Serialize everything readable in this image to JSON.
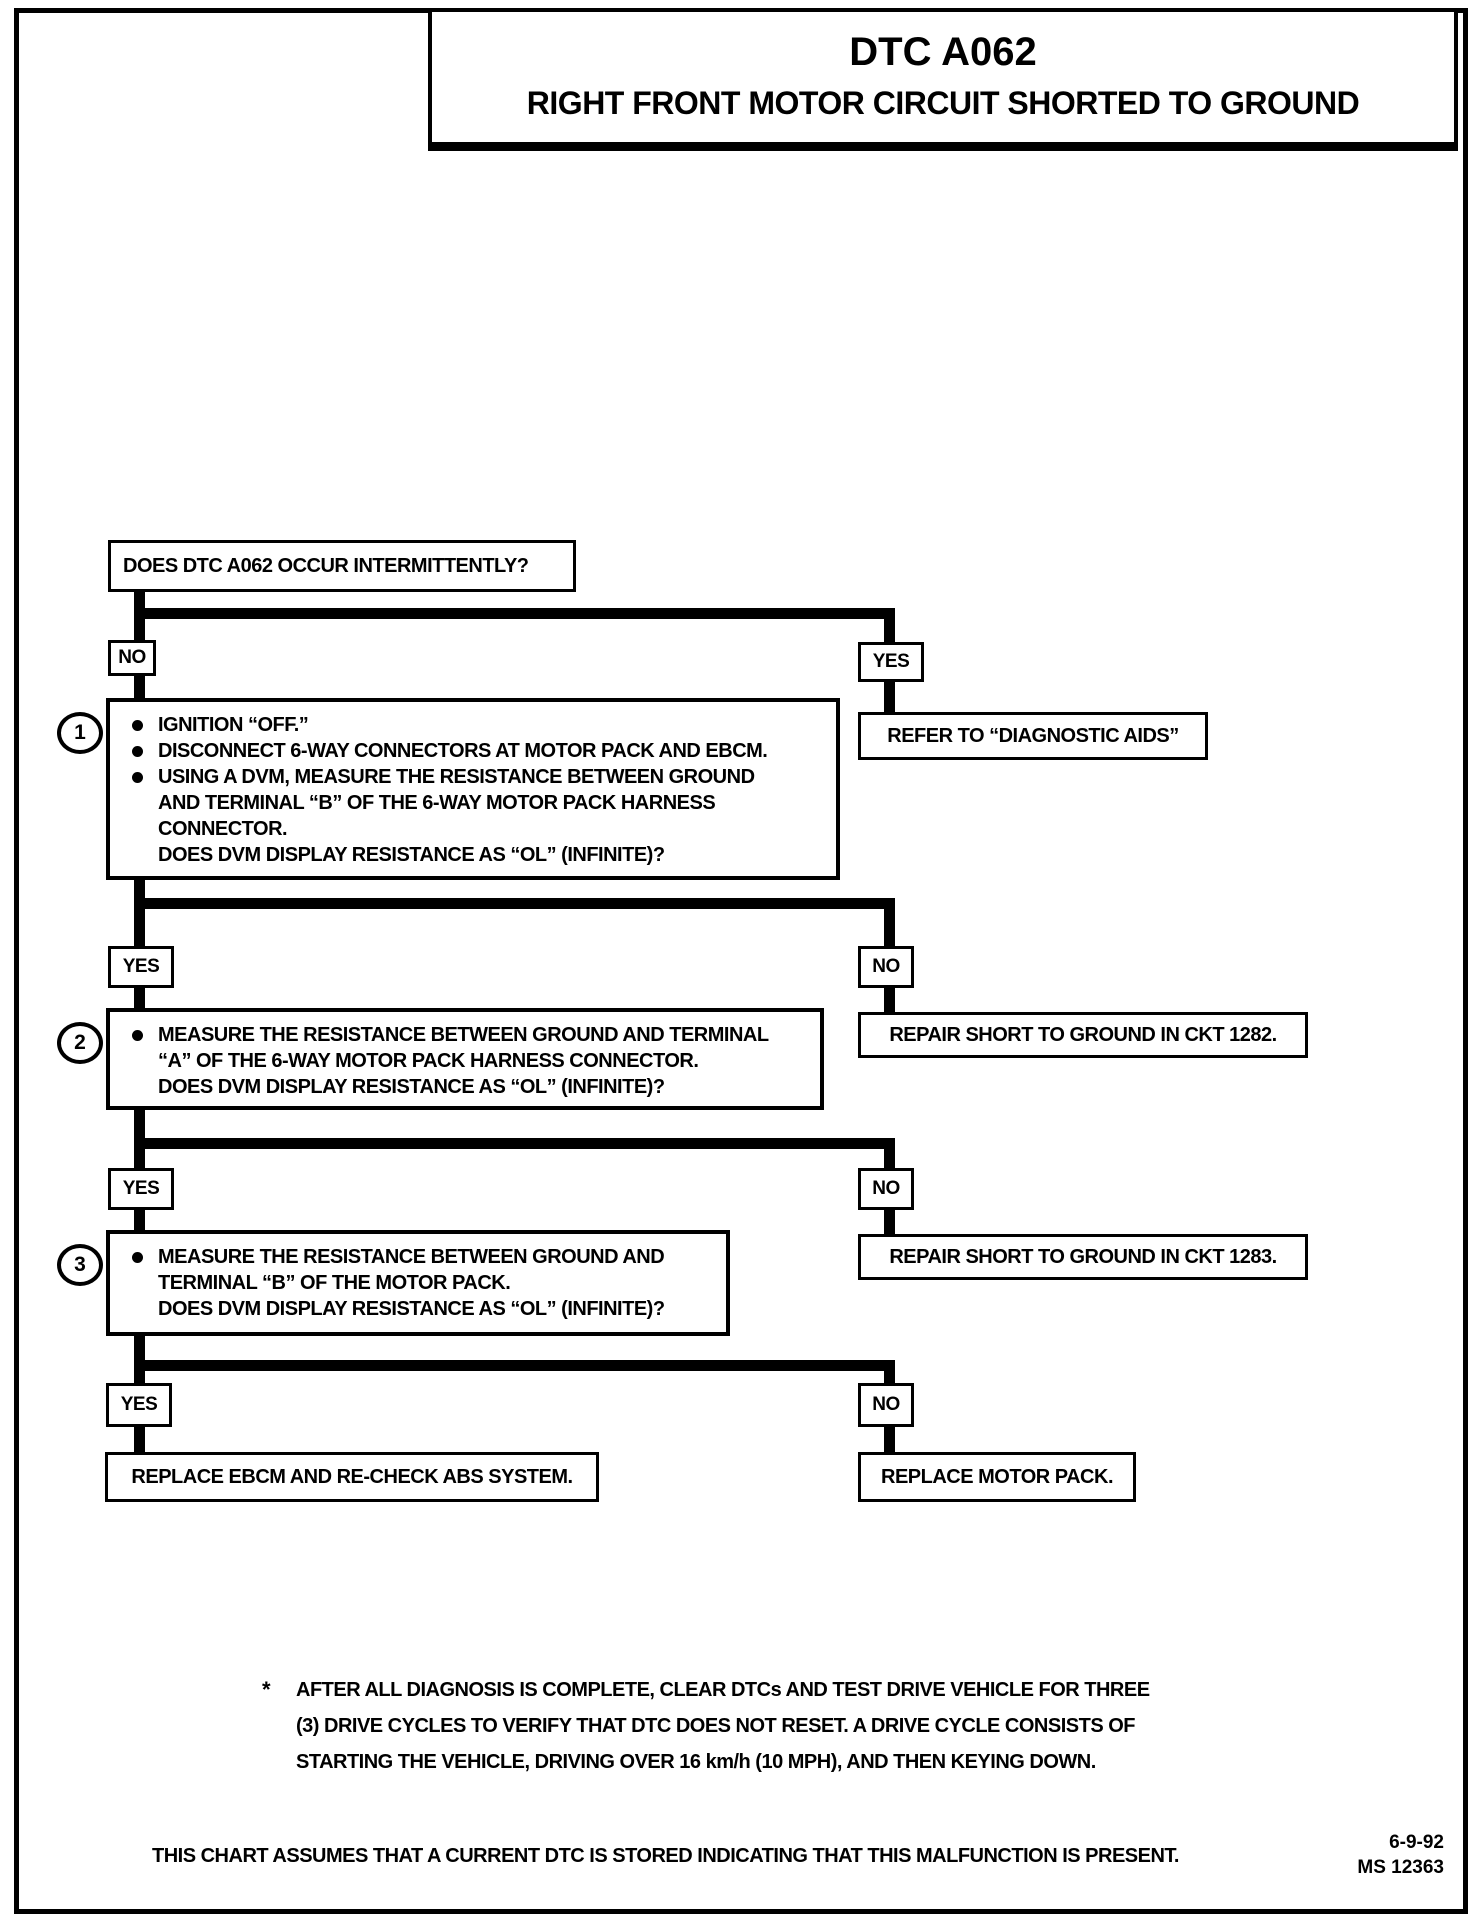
{
  "page": {
    "title_code": "DTC A062",
    "title_subtitle": "RIGHT FRONT MOTOR CIRCUIT SHORTED TO GROUND",
    "ink_color": "#000000",
    "paper_color": "#ffffff"
  },
  "labels": {
    "yes": "YES",
    "no": "NO"
  },
  "flow": {
    "q1": "DOES DTC A062 OCCUR INTERMITTENTLY?",
    "refer_aids": "REFER TO “DIAGNOSTIC AIDS”",
    "repair_1282": "REPAIR SHORT TO GROUND IN CKT 1282.",
    "repair_1283": "REPAIR SHORT TO GROUND IN CKT 1283.",
    "replace_ebcm": "REPLACE EBCM AND RE-CHECK ABS SYSTEM.",
    "replace_motor": "REPLACE MOTOR PACK.",
    "steps": {
      "s1": {
        "num": "1",
        "items": [
          "IGNITION “OFF.”",
          "DISCONNECT 6-WAY CONNECTORS AT MOTOR PACK AND EBCM.",
          "USING A DVM, MEASURE THE RESISTANCE BETWEEN GROUND\nAND TERMINAL “B” OF THE 6-WAY MOTOR PACK HARNESS\nCONNECTOR.",
          "DOES DVM DISPLAY RESISTANCE AS “OL” (INFINITE)?"
        ]
      },
      "s2": {
        "num": "2",
        "items": [
          "MEASURE THE RESISTANCE BETWEEN GROUND AND TERMINAL\n“A” OF THE 6-WAY MOTOR PACK HARNESS CONNECTOR.",
          "DOES DVM DISPLAY RESISTANCE AS “OL” (INFINITE)?"
        ]
      },
      "s3": {
        "num": "3",
        "items": [
          "MEASURE THE RESISTANCE BETWEEN GROUND AND\nTERMINAL “B” OF THE MOTOR PACK.",
          "DOES DVM DISPLAY RESISTANCE AS “OL” (INFINITE)?"
        ]
      }
    }
  },
  "footnote": {
    "marker": "*",
    "text": "AFTER ALL DIAGNOSIS IS COMPLETE, CLEAR DTCs AND TEST DRIVE VEHICLE FOR THREE\n(3) DRIVE CYCLES TO VERIFY THAT DTC DOES NOT RESET.  A DRIVE CYCLE CONSISTS OF\nSTARTING THE VEHICLE, DRIVING OVER 16 km/h (10 MPH), AND THEN KEYING DOWN."
  },
  "footer": {
    "note": "THIS CHART ASSUMES THAT A CURRENT DTC IS STORED INDICATING THAT THIS MALFUNCTION IS PRESENT.",
    "date": "6-9-92",
    "doc": "MS 12363"
  }
}
